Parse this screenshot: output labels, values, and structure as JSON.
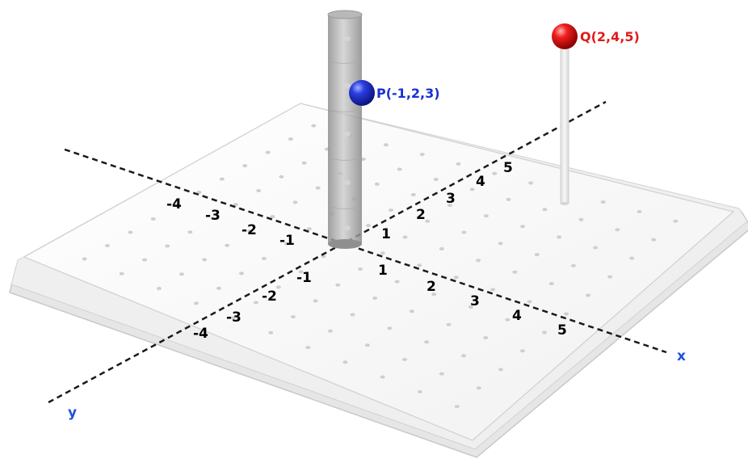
{
  "axes": {
    "x_label": "x",
    "y_label": "y",
    "x_ticks": [
      "-4",
      "-3",
      "-2",
      "-1",
      "1",
      "2",
      "3",
      "4",
      "5"
    ],
    "y_ticks": [
      "-4",
      "-3",
      "-2",
      "-1",
      "1",
      "2",
      "3",
      "4",
      "5"
    ],
    "label_color": "#1f4fe0"
  },
  "points": {
    "p": {
      "label": "P(-1,2,3)",
      "color": "#1a2fd6"
    },
    "q": {
      "label": "Q(2,4,5)",
      "color": "#e01a1a"
    }
  },
  "board": {
    "color": "#f4f4f4",
    "peg_color": "#cfcfcf"
  }
}
